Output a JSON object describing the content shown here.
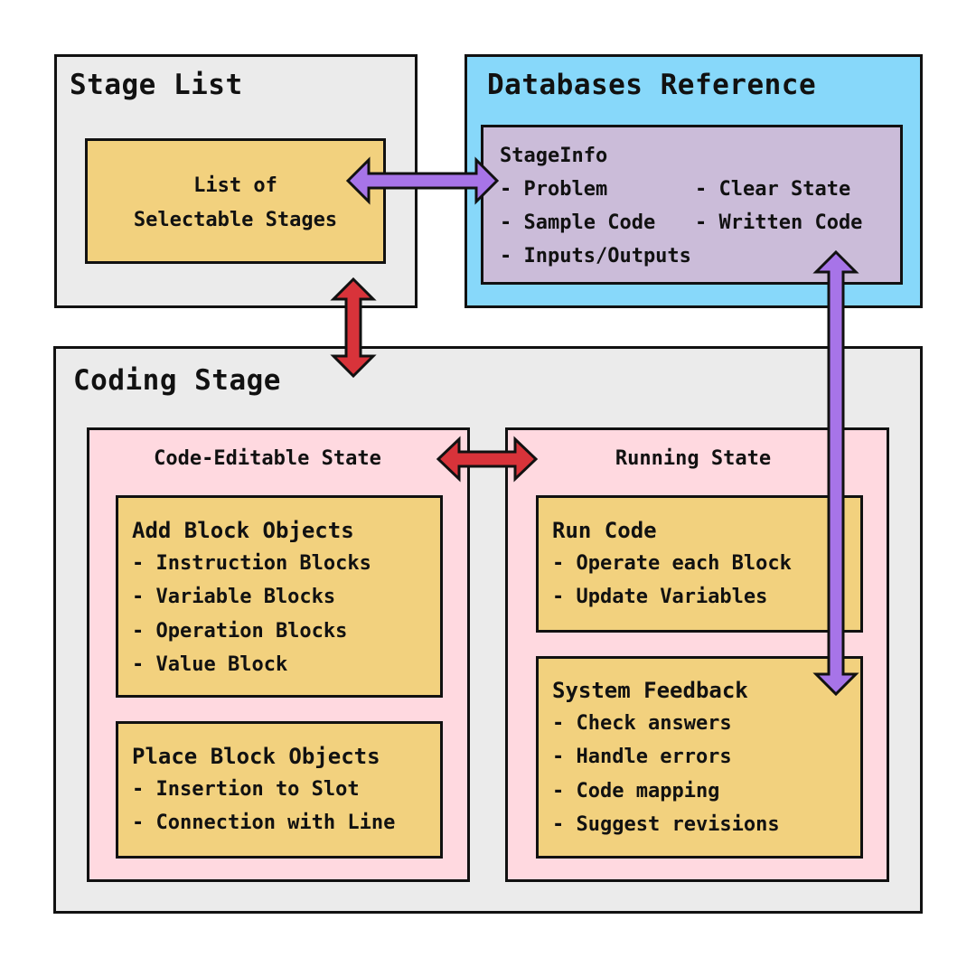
{
  "stage_list": {
    "title": "Stage List",
    "box_line1": "List of",
    "box_line2": "Selectable Stages"
  },
  "databases": {
    "title": "Databases Reference",
    "stageinfo_title": "StageInfo",
    "items": [
      "- Problem",
      "- Sample Code",
      "- Inputs/Outputs",
      "- Clear State",
      "- Written Code"
    ]
  },
  "coding_stage": {
    "title": "Coding Stage",
    "editable": {
      "title": "Code-Editable State",
      "add": {
        "title": "Add Block Objects",
        "items": [
          "- Instruction Blocks",
          "- Variable Blocks",
          "- Operation Blocks",
          "- Value Block"
        ]
      },
      "place": {
        "title": "Place Block Objects",
        "items": [
          "- Insertion to Slot",
          "- Connection with Line"
        ]
      }
    },
    "running": {
      "title": "Running State",
      "run": {
        "title": "Run Code",
        "items": [
          "- Operate each Block",
          "- Update Variables"
        ]
      },
      "feedback": {
        "title": "System Feedback",
        "items": [
          "- Check answers",
          "- Handle errors",
          "- Code mapping",
          "- Suggest revisions"
        ]
      }
    }
  },
  "colors": {
    "gray_panel": "#ebebeb",
    "database_panel": "#87d8fa",
    "stageinfo_box": "#cbbcd9",
    "state_panel": "#ffd9e0",
    "content_box": "#f2d17e",
    "red_arrow": "#d8333a",
    "purple_arrow": "#a774e8"
  }
}
